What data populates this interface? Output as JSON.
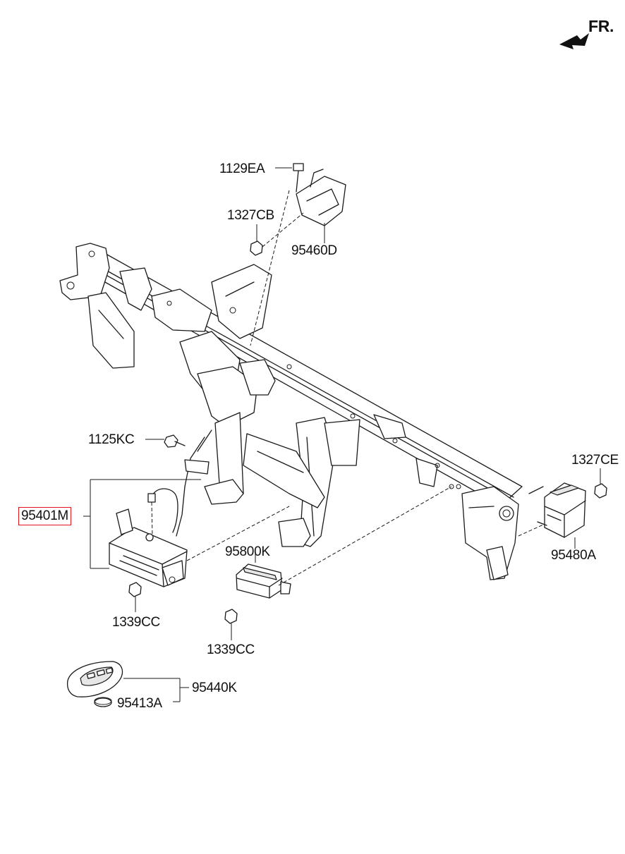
{
  "orientation": {
    "label": "FR.",
    "icon": "front-direction-arrow-icon"
  },
  "parts": [
    {
      "id": "p-1129EA",
      "number": "1129EA",
      "highlighted": false
    },
    {
      "id": "p-1327CB",
      "number": "1327CB",
      "highlighted": false
    },
    {
      "id": "p-95460D",
      "number": "95460D",
      "highlighted": false
    },
    {
      "id": "p-1125KC",
      "number": "1125KC",
      "highlighted": false
    },
    {
      "id": "p-1327CE",
      "number": "1327CE",
      "highlighted": false
    },
    {
      "id": "p-95401M",
      "number": "95401M",
      "highlighted": true
    },
    {
      "id": "p-95800K",
      "number": "95800K",
      "highlighted": false
    },
    {
      "id": "p-95480A",
      "number": "95480A",
      "highlighted": false
    },
    {
      "id": "p-1339CC-a",
      "number": "1339CC",
      "highlighted": false
    },
    {
      "id": "p-1339CC-b",
      "number": "1339CC",
      "highlighted": false
    },
    {
      "id": "p-95440K",
      "number": "95440K",
      "highlighted": false
    },
    {
      "id": "p-95413A",
      "number": "95413A",
      "highlighted": false
    }
  ],
  "colors": {
    "line": "#1a1a1a",
    "highlight": "#e0141e",
    "background": "#ffffff"
  }
}
